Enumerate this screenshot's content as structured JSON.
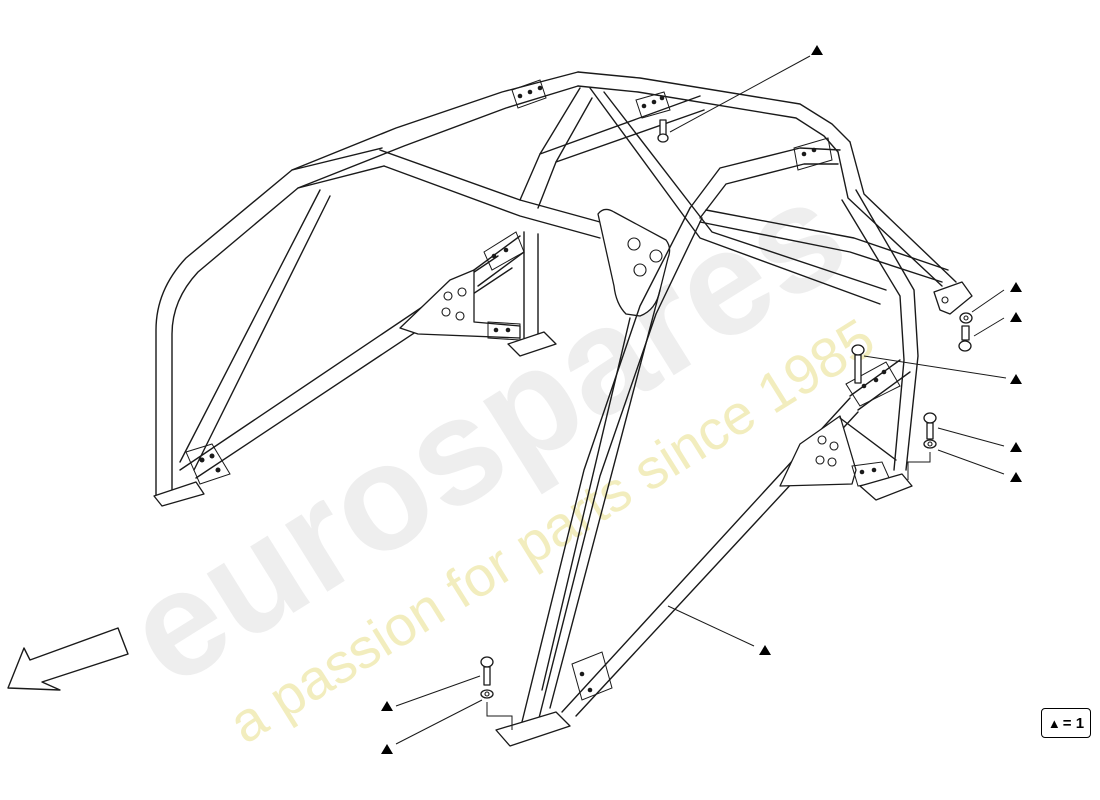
{
  "watermark": {
    "brand": "eurospares",
    "tagline": "a passion for parts since 1985"
  },
  "legend": {
    "symbol": "▲",
    "text": "= 1"
  },
  "callout_symbol": "▲",
  "colors": {
    "line": "#1a1a1a",
    "watermark_gray": "#cfcfcf",
    "watermark_yellow": "#e8e08a"
  },
  "icons": [
    "direction-arrow-icon",
    "callout-triangle-icon"
  ]
}
